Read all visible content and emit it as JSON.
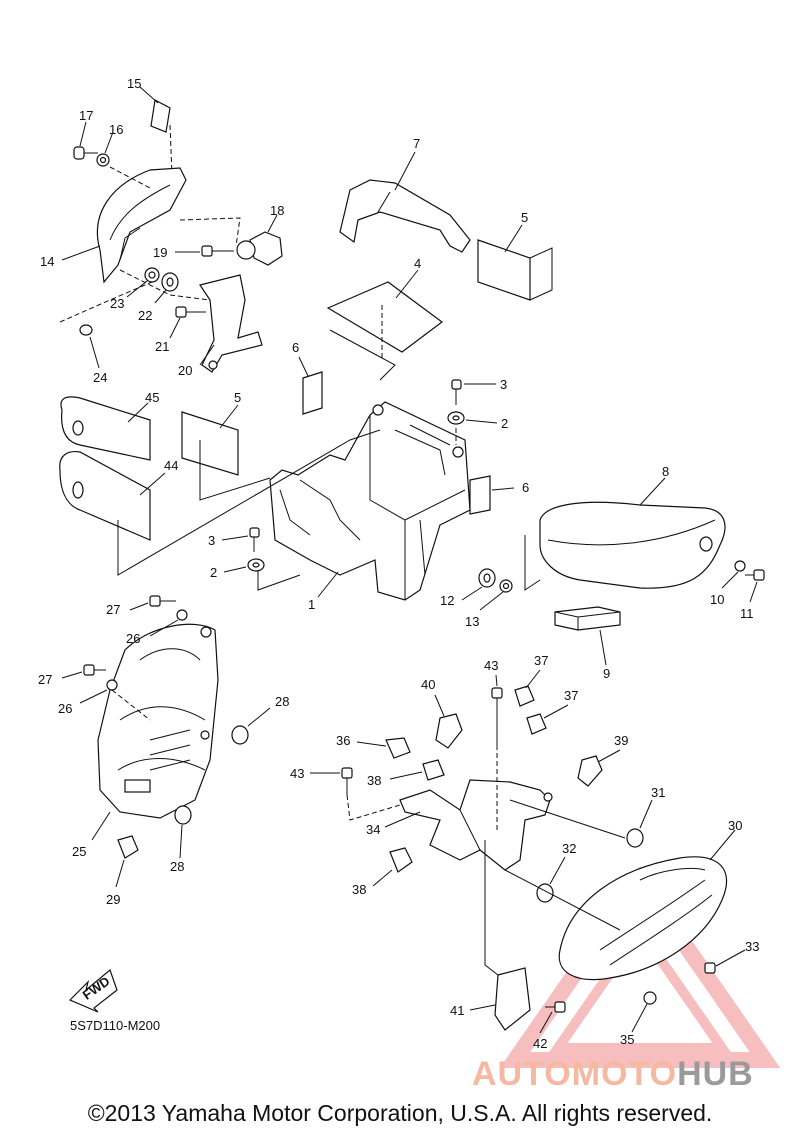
{
  "diagram_code": "5S7D110-M200",
  "fwd_label": "FWD",
  "copyright": "©2013 Yamaha Motor Corporation, U.S.A. All rights reserved.",
  "watermark": {
    "part1": "AUTOMOTO",
    "part2": "HUB",
    "color1": "#f6b8a0",
    "color2": "#9a9a9a",
    "logo_color": "#f08a8a"
  },
  "callouts": [
    {
      "id": "c15",
      "text": "15"
    },
    {
      "id": "c17",
      "text": "17"
    },
    {
      "id": "c16",
      "text": "16"
    },
    {
      "id": "c7",
      "text": "7"
    },
    {
      "id": "c18",
      "text": "18"
    },
    {
      "id": "c5a",
      "text": "5"
    },
    {
      "id": "c14",
      "text": "14"
    },
    {
      "id": "c19",
      "text": "19"
    },
    {
      "id": "c4",
      "text": "4"
    },
    {
      "id": "c23",
      "text": "23"
    },
    {
      "id": "c22",
      "text": "22"
    },
    {
      "id": "c21",
      "text": "21"
    },
    {
      "id": "c20",
      "text": "20"
    },
    {
      "id": "c24",
      "text": "24"
    },
    {
      "id": "c6a",
      "text": "6"
    },
    {
      "id": "c3a",
      "text": "3"
    },
    {
      "id": "c45",
      "text": "45"
    },
    {
      "id": "c5b",
      "text": "5"
    },
    {
      "id": "c2a",
      "text": "2"
    },
    {
      "id": "c44",
      "text": "44"
    },
    {
      "id": "c8",
      "text": "8"
    },
    {
      "id": "c6b",
      "text": "6"
    },
    {
      "id": "c3b",
      "text": "3"
    },
    {
      "id": "c2b",
      "text": "2"
    },
    {
      "id": "c1",
      "text": "1"
    },
    {
      "id": "c12",
      "text": "12"
    },
    {
      "id": "c10",
      "text": "10"
    },
    {
      "id": "c11",
      "text": "11"
    },
    {
      "id": "c13",
      "text": "13"
    },
    {
      "id": "c27a",
      "text": "27"
    },
    {
      "id": "c26a",
      "text": "26"
    },
    {
      "id": "c9",
      "text": "9"
    },
    {
      "id": "c43a",
      "text": "43"
    },
    {
      "id": "c37a",
      "text": "37"
    },
    {
      "id": "c27b",
      "text": "27"
    },
    {
      "id": "c40",
      "text": "40"
    },
    {
      "id": "c37b",
      "text": "37"
    },
    {
      "id": "c26b",
      "text": "26"
    },
    {
      "id": "c28a",
      "text": "28"
    },
    {
      "id": "c36",
      "text": "36"
    },
    {
      "id": "c39",
      "text": "39"
    },
    {
      "id": "c43b",
      "text": "43"
    },
    {
      "id": "c38a",
      "text": "38"
    },
    {
      "id": "c31",
      "text": "31"
    },
    {
      "id": "c30",
      "text": "30"
    },
    {
      "id": "c34",
      "text": "34"
    },
    {
      "id": "c25",
      "text": "25"
    },
    {
      "id": "c28b",
      "text": "28"
    },
    {
      "id": "c32",
      "text": "32"
    },
    {
      "id": "c38b",
      "text": "38"
    },
    {
      "id": "c29",
      "text": "29"
    },
    {
      "id": "c33",
      "text": "33"
    },
    {
      "id": "c41",
      "text": "41"
    },
    {
      "id": "c42",
      "text": "42"
    },
    {
      "id": "c35",
      "text": "35"
    }
  ]
}
